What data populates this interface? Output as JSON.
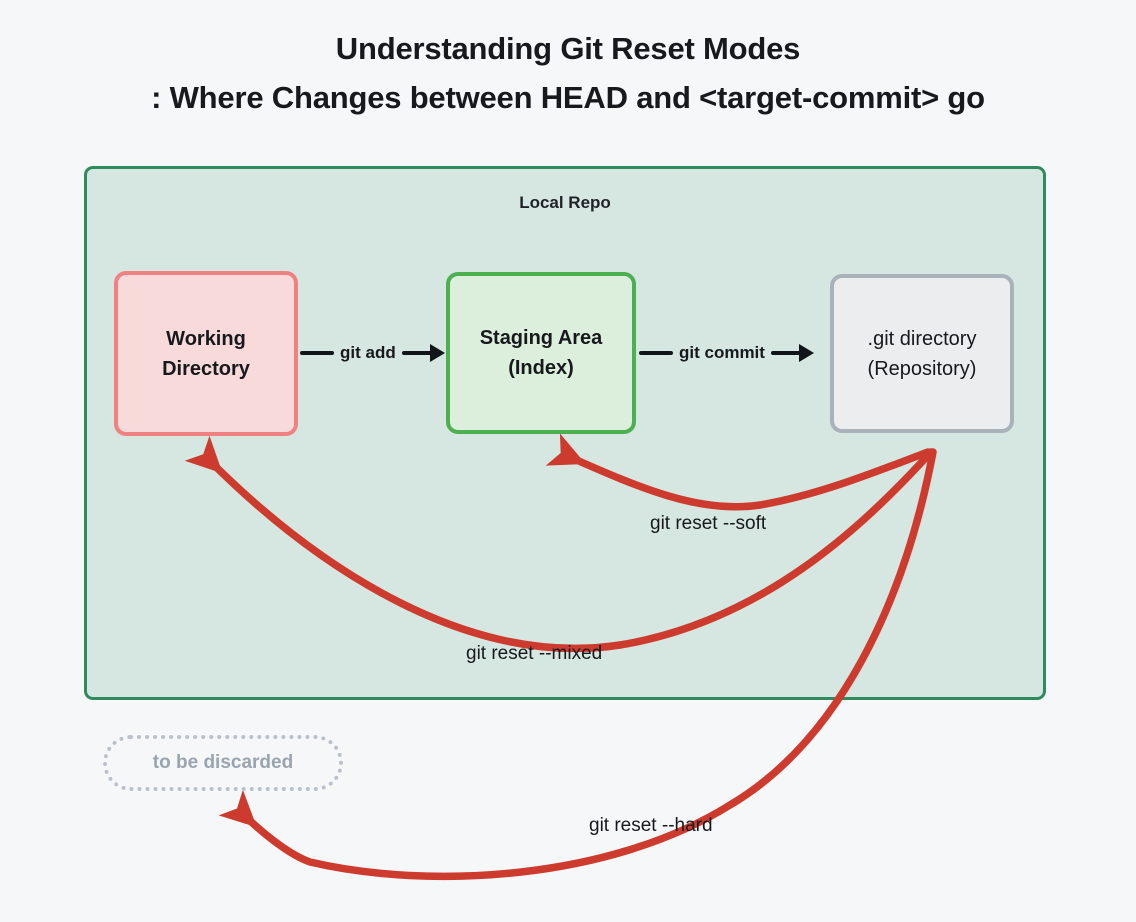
{
  "title": {
    "line1": "Understanding Git Reset Modes",
    "line2": ": Where Changes between HEAD and <target-commit> go"
  },
  "diagram": {
    "container_label": "Local Repo",
    "boxes": [
      {
        "id": "working-directory",
        "line1": "Working",
        "line2": "Directory",
        "border_color": "#ef8181",
        "fill_color": "#f8dada"
      },
      {
        "id": "staging-area",
        "line1": "Staging Area",
        "line2": "(Index)",
        "border_color": "#4cb050",
        "fill_color": "#dcefdc"
      },
      {
        "id": "git-directory",
        "line1": ".git directory",
        "line2": "(Repository)",
        "border_color": "#a9b1b9",
        "fill_color": "#ecedef"
      }
    ],
    "flows": [
      {
        "id": "git-add",
        "label": "git add"
      },
      {
        "id": "git-commit",
        "label": "git commit"
      }
    ],
    "reset_arrows": [
      {
        "id": "git-reset-soft",
        "label": "git reset --soft",
        "from": "git-directory",
        "to": "staging-area"
      },
      {
        "id": "git-reset-mixed",
        "label": "git reset --mixed",
        "from": "git-directory",
        "to": "working-directory"
      },
      {
        "id": "git-reset-hard",
        "label": "git reset --hard",
        "from": "git-directory",
        "to": "discarded"
      }
    ],
    "discarded": {
      "label": "to be discarded",
      "border_color": "#b9c2cc",
      "text_color": "#9aa4b0"
    },
    "colors": {
      "background": "#f6f7f9",
      "container_border": "#2f8a5e",
      "container_fill": "#d5e7e0",
      "reset_arrow": "#cc3b2e",
      "flow_arrow": "#111418"
    }
  }
}
